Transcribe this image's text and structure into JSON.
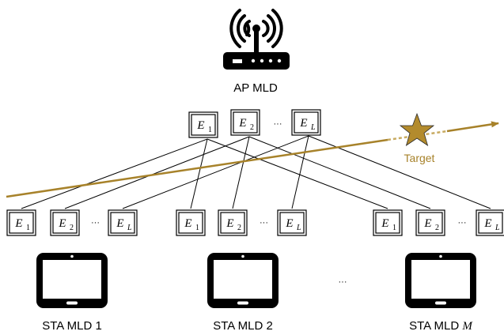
{
  "ap": {
    "label": "AP MLD",
    "icon": "wifi-router-icon",
    "elements": [
      {
        "name": "E",
        "sub": "1"
      },
      {
        "name": "E",
        "sub": "2"
      },
      {
        "name": "E",
        "sub": "L"
      }
    ],
    "ellipsis": "···"
  },
  "stations": [
    {
      "label_text": "STA MLD",
      "label_index": "1",
      "index_italic": false,
      "icon": "tablet-icon",
      "elements": [
        {
          "name": "E",
          "sub": "1"
        },
        {
          "name": "E",
          "sub": "2"
        },
        {
          "name": "E",
          "sub": "L"
        }
      ],
      "ellipsis": "···"
    },
    {
      "label_text": "STA MLD",
      "label_index": "2",
      "index_italic": false,
      "icon": "tablet-icon",
      "elements": [
        {
          "name": "E",
          "sub": "1"
        },
        {
          "name": "E",
          "sub": "2"
        },
        {
          "name": "E",
          "sub": "L"
        }
      ],
      "ellipsis": "···"
    },
    {
      "label_text": "STA MLD",
      "label_index": "M",
      "index_italic": true,
      "icon": "tablet-icon",
      "elements": [
        {
          "name": "E",
          "sub": "1"
        },
        {
          "name": "E",
          "sub": "2"
        },
        {
          "name": "E",
          "sub": "L"
        }
      ],
      "ellipsis": "···"
    }
  ],
  "stations_ellipsis": "···",
  "target": {
    "label": "Target",
    "icon": "star-icon",
    "color": "#b8902a"
  },
  "colors": {
    "line": "#000000",
    "trajectory": "#a7822a",
    "star": "#b38b2d"
  }
}
